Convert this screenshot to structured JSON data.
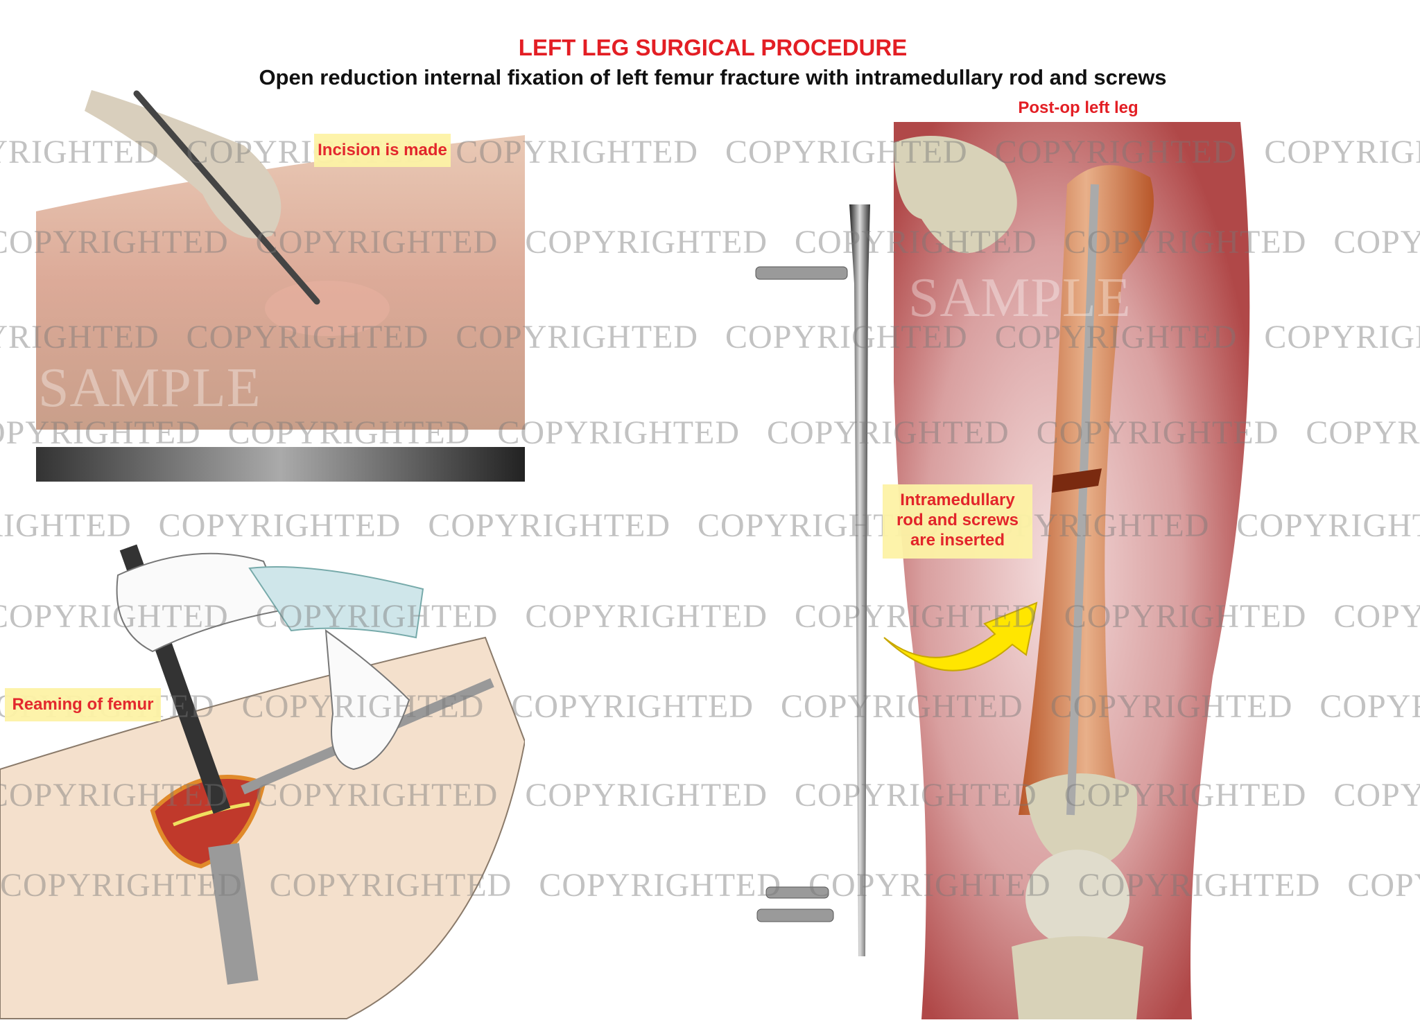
{
  "header": {
    "title": "LEFT LEG SURGICAL PROCEDURE",
    "subtitle": "Open reduction internal fixation of left femur fracture with intramedullary rod and screws"
  },
  "panels": {
    "incision": {
      "label": "Incision is made"
    },
    "reaming": {
      "label": "Reaming of femur"
    },
    "postop": {
      "title": "Post-op left leg",
      "label_line1": "Intramedullary",
      "label_line2": "rod and screws",
      "label_line3": "are inserted"
    }
  },
  "watermark": {
    "row": "COPYRIGHTED   COPYRIGHTED   COPYRIGHTED   COPYRIGHTED   COPYRIGHTED   COPYRIGHTED",
    "sample": "SAMPLE"
  },
  "colors": {
    "accent_red": "#e31e24",
    "label_bg": "#fdf3a6",
    "arrow": "#ffe600"
  }
}
